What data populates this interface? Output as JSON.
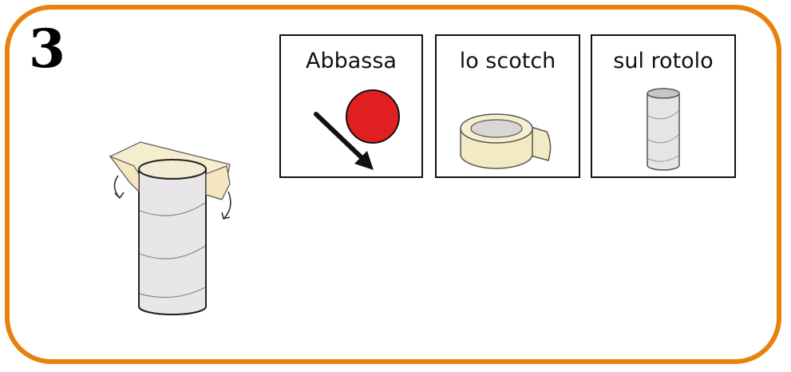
{
  "step": {
    "number": "3"
  },
  "cards": [
    {
      "label": "Abbassa",
      "icon": "down-arrow-with-red-ball"
    },
    {
      "label": "lo scotch",
      "icon": "tape-roll"
    },
    {
      "label": "sul rotolo",
      "icon": "cardboard-roll"
    }
  ],
  "colors": {
    "frame": "#e8820e",
    "ball": "#e02020",
    "tape": "#f3e9c3",
    "roll": "#e6e4e6"
  }
}
